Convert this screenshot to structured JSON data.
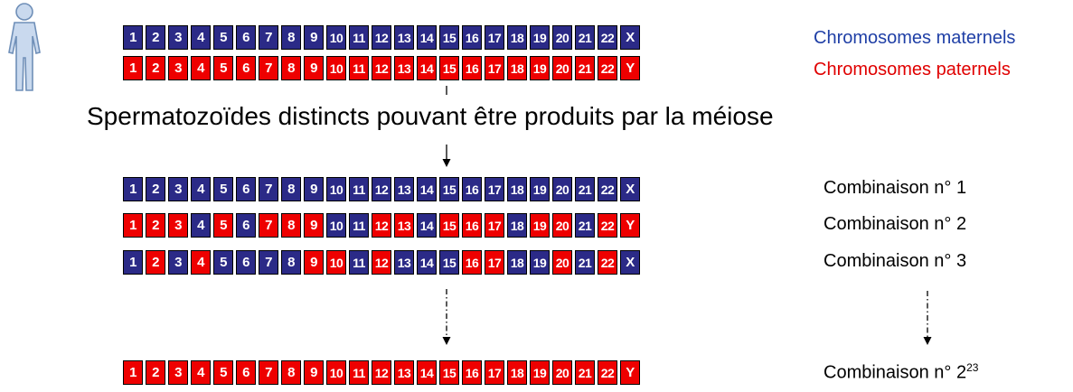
{
  "chromosomes": [
    "1",
    "2",
    "3",
    "4",
    "5",
    "6",
    "7",
    "8",
    "9",
    "10",
    "11",
    "12",
    "13",
    "14",
    "15",
    "16",
    "17",
    "18",
    "19",
    "20",
    "21",
    "22"
  ],
  "maternal_sex": "X",
  "paternal_sex": "Y",
  "legend": {
    "maternal": "Chromosomes maternels",
    "paternal": "Chromosomes paternels"
  },
  "heading": "Spermatozoïdes distincts pouvant être produits par la méiose",
  "combo_prefix": "Combinaison n° ",
  "combinations": [
    {
      "number": "1",
      "pattern": "MMMMMMMMMMMMMMMMMMMMMMM"
    },
    {
      "number": "2",
      "pattern": "PPPMPMPPPMMPPMPPPMPPMP"
    },
    {
      "number": "3",
      "pattern": "MPMPMMMMPPMPMMMPPMMPMPM"
    }
  ],
  "last_combination": {
    "base": "2",
    "exponent": "23",
    "pattern": "PPPPPPPPPPPPPPPPPPPPPPP"
  },
  "colors": {
    "maternal": "#2b2a87",
    "paternal": "#ee0000",
    "maternal_text": "#1f3fa6",
    "paternal_text": "#e00000"
  },
  "icons": [
    "person-icon",
    "arrow-down-icon"
  ]
}
